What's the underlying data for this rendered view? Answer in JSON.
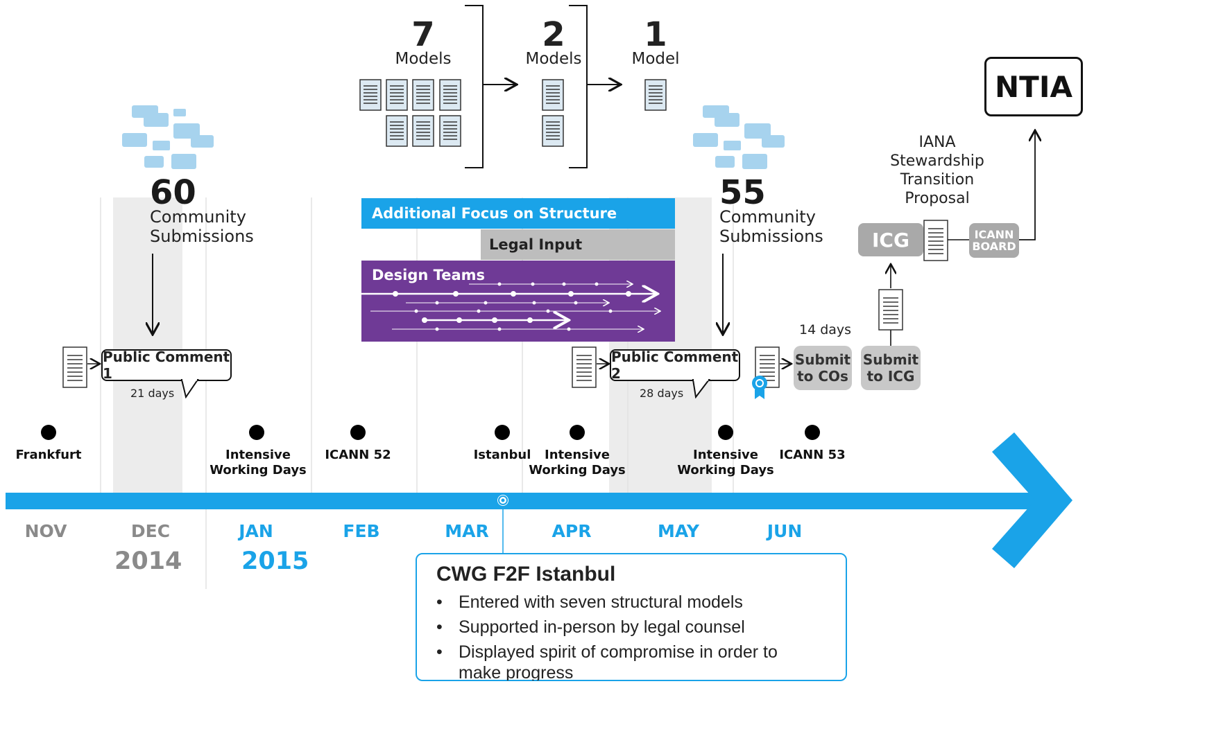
{
  "models": {
    "stage1": {
      "count": "7",
      "label": "Models"
    },
    "stage2": {
      "count": "2",
      "label": "Models"
    },
    "stage3": {
      "count": "1",
      "label": "Model"
    }
  },
  "submissions": {
    "first": {
      "count": "60",
      "line1": "Community",
      "line2": "Submissions"
    },
    "second": {
      "count": "55",
      "line1": "Community",
      "line2": "Submissions"
    }
  },
  "bars": {
    "structure": "Additional Focus on Structure",
    "legal": "Legal Input",
    "design": "Design Teams"
  },
  "public_comments": [
    {
      "label": "Public Comment 1",
      "duration": "21 days"
    },
    {
      "label": "Public Comment 2",
      "duration": "28 days"
    }
  ],
  "submit": {
    "cos_days": "14 days",
    "cos_line1": "Submit",
    "cos_line2": "to COs",
    "icg_line1": "Submit",
    "icg_line2": "to ICG"
  },
  "final": {
    "icg": "ICG",
    "icann_line1": "ICANN",
    "icann_line2": "BOARD",
    "ntia": "NTIA",
    "proposal": [
      "IANA",
      "Stewardship",
      "Transition",
      "Proposal"
    ]
  },
  "events": [
    {
      "line1": "Frankfurt",
      "line2": ""
    },
    {
      "line1": "Intensive",
      "line2": "Working Days"
    },
    {
      "line1": "ICANN 52",
      "line2": ""
    },
    {
      "line1": "Istanbul",
      "line2": ""
    },
    {
      "line1": "Intensive",
      "line2": "Working Days"
    },
    {
      "line1": "Intensive",
      "line2": "Working Days"
    },
    {
      "line1": "ICANN 53",
      "line2": ""
    }
  ],
  "months": [
    "NOV",
    "DEC",
    "JAN",
    "FEB",
    "MAR",
    "APR",
    "MAY",
    "JUN"
  ],
  "years": {
    "y2014": "2014",
    "y2015": "2015"
  },
  "info": {
    "title": "CWG F2F Istanbul",
    "bullets": [
      "Entered with seven structural models",
      "Supported in-person by legal counsel",
      "Displayed spirit of compromise in order to make progress"
    ]
  },
  "colors": {
    "timeline": "#1aa3e8",
    "structure_bar": "#1aa3e8",
    "legal_bar": "#bdbdbd",
    "design_bar": "#6f3a96",
    "highlight": "#ececec"
  }
}
